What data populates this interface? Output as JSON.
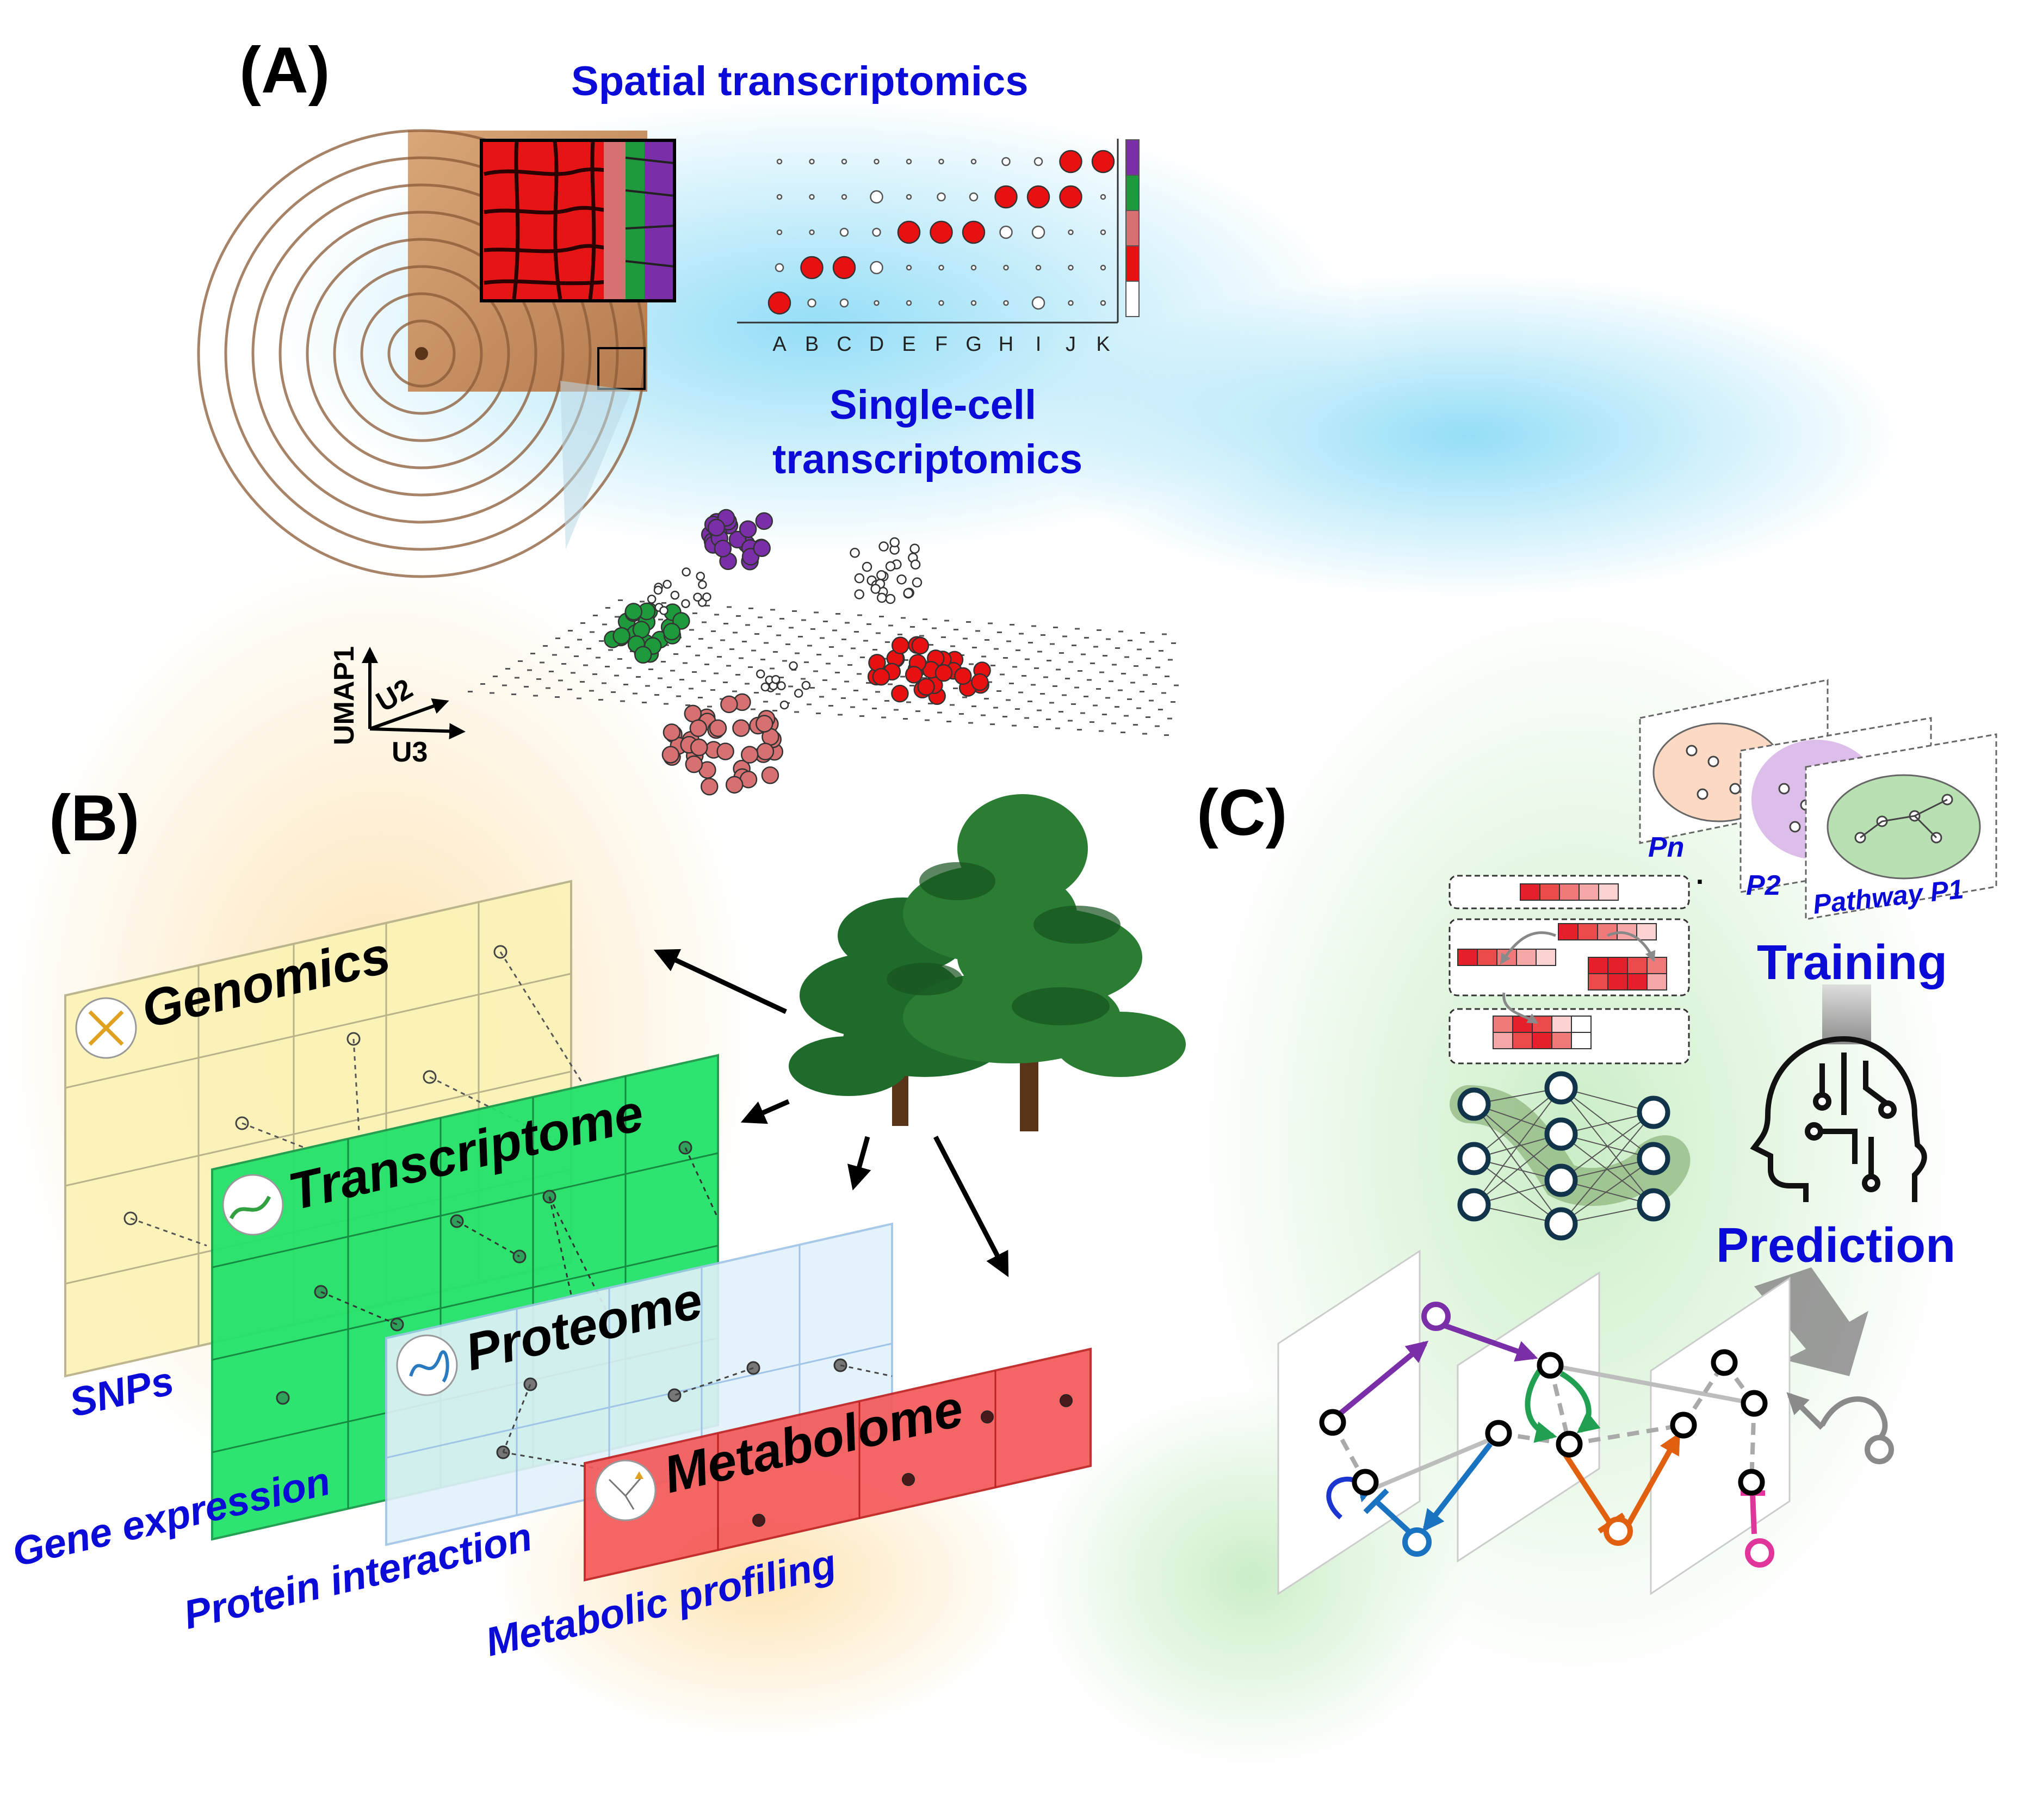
{
  "panels": {
    "a": "(A)",
    "b": "(B)",
    "c": "(C)"
  },
  "panel_a": {
    "spatial_title": "Spatial transcriptomics",
    "single_cell_title_line1": "Single-cell",
    "single_cell_title_line2": "transcriptomics",
    "dotplot_columns": [
      "A",
      "B",
      "C",
      "D",
      "E",
      "F",
      "G",
      "H",
      "I",
      "J",
      "K"
    ],
    "dotplot_rows": [
      {
        "cluster": "purple",
        "large": [
          9,
          10
        ],
        "medium_open": []
      },
      {
        "cluster": "green",
        "large": [
          7,
          8,
          9
        ],
        "medium_open": [
          3,
          9
        ]
      },
      {
        "cluster": "pink",
        "large": [
          4,
          5,
          6
        ],
        "medium_open": [
          7,
          8
        ]
      },
      {
        "cluster": "red",
        "large": [
          1,
          2
        ],
        "medium_open": [
          3
        ]
      },
      {
        "cluster": "white",
        "large": [
          0
        ],
        "medium_open": [
          8
        ]
      }
    ],
    "cluster_colors": {
      "purple": "#7a2fa8",
      "green": "#1e9a3c",
      "pink": "#d77070",
      "red": "#e81010",
      "white": "#ffffff"
    },
    "umap_axis_1": "UMAP1",
    "umap_axis_2": "U2",
    "umap_axis_3": "U3"
  },
  "panel_b": {
    "layers": [
      {
        "title": "Genomics",
        "caption": "SNPs",
        "color": "#fbf3b8",
        "border": "#b9b28a"
      },
      {
        "title": "Transcriptome",
        "caption": "Gene expression",
        "color": "#22e36a",
        "border": "#1a9a4a"
      },
      {
        "title": "Proteome",
        "caption": "Protein interaction",
        "color": "#e2f1fb",
        "border": "#9fc4e6"
      },
      {
        "title": "Metabolome",
        "caption": "Metabolic profiling",
        "color": "#f45a5a",
        "border": "#c02020"
      }
    ]
  },
  "panel_c": {
    "pathway_cards": [
      "Pn",
      "P2",
      "Pathway P1"
    ],
    "ellipsis": ". . .",
    "training_label": "Training",
    "prediction_label": "Prediction"
  },
  "icons": {
    "tree": "pine-tree-icon",
    "brain": "ai-head-icon",
    "dna": "dna-icon",
    "rna": "rna-icon",
    "protein": "protein-icon",
    "metabolite": "metabolite-icon"
  }
}
